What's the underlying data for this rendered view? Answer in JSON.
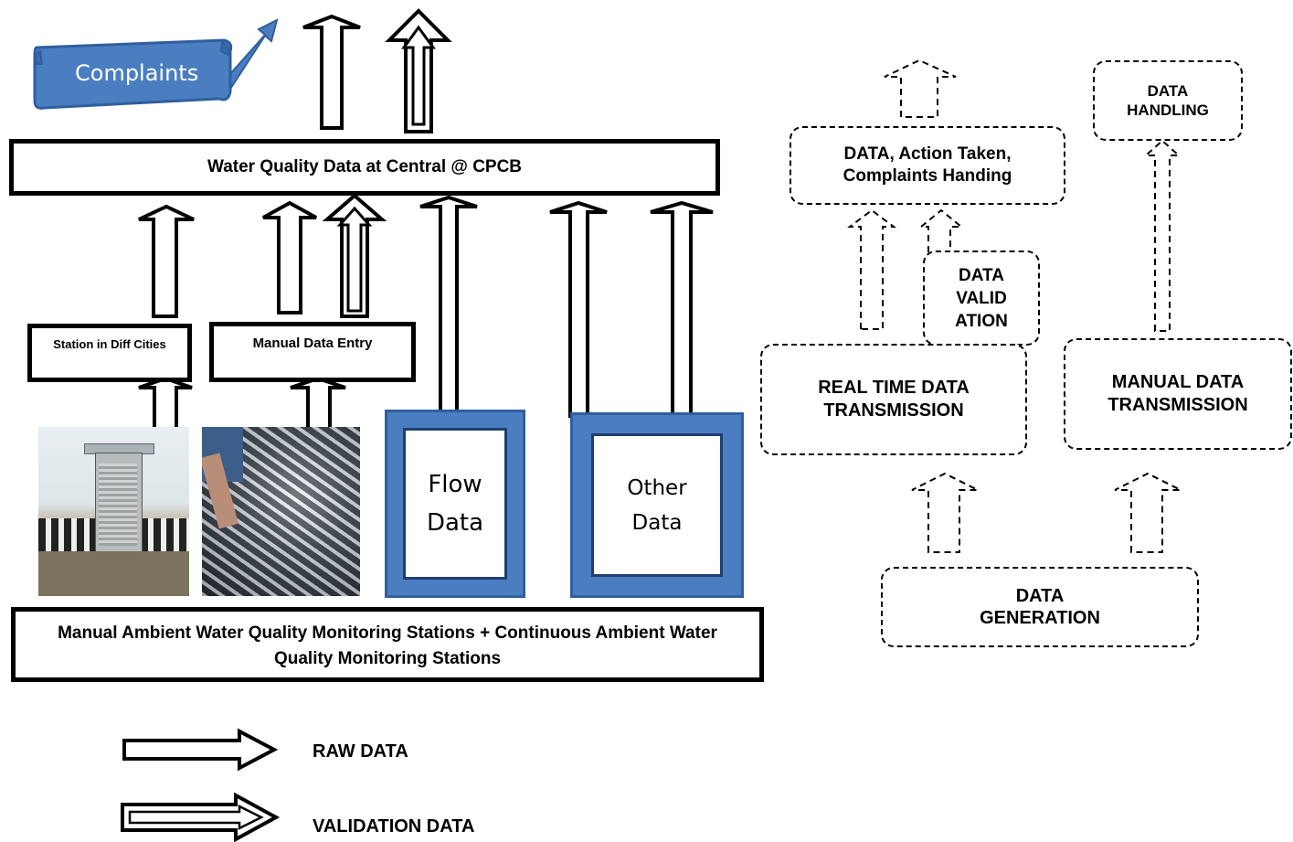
{
  "banner": {
    "label": "Complaints",
    "fill": "#4a7ec1"
  },
  "left": {
    "central_box": "Water Quality Data at Central @ CPCB",
    "station_box": "Station in Diff Cities",
    "manual_entry_box": "Manual Data Entry",
    "flow_box": {
      "line1": "Flow",
      "line2": "Data"
    },
    "other_box": {
      "line1": "Other",
      "line2": "Data"
    },
    "bottom_box": "Manual Ambient Water Quality Monitoring Stations + Continuous Ambient Water Quality Monitoring Stations"
  },
  "legend": {
    "raw": "RAW DATA",
    "validation": "VALIDATION DATA"
  },
  "right": {
    "data_handling": "DATA HANDLING",
    "action_taken": "DATA, Action Taken, Complaints Handing",
    "validation": {
      "line1": "DATA",
      "line2": "VALID",
      "line3": "ATION"
    },
    "real_time": "REAL TIME DATA TRANSMISSION",
    "manual_transmission": "MANUAL DATA TRANSMISSION",
    "generation": "DATA GENERATION"
  },
  "colors": {
    "accent_blue": "#4a7ec1",
    "blue_border": "#2f5f9e"
  }
}
